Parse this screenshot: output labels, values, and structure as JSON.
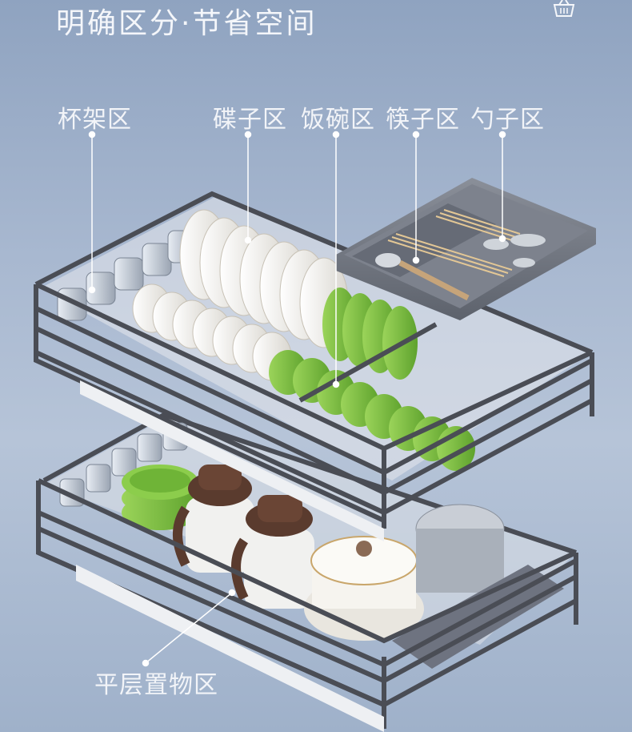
{
  "headline": "明确区分·节省空间",
  "zones": [
    {
      "label": "杯架区"
    },
    {
      "label": "碟子区"
    },
    {
      "label": "饭碗区"
    },
    {
      "label": "筷子区"
    },
    {
      "label": "勺子区"
    },
    {
      "label": "平层置物区"
    }
  ],
  "icons": {
    "top_right": "shopping-basket-icon"
  },
  "colors": {
    "frame": "#4a4d55",
    "bowl_green": "#7cc142",
    "plate_white": "#f3f1ec",
    "tray_gray": "#6e7380"
  }
}
